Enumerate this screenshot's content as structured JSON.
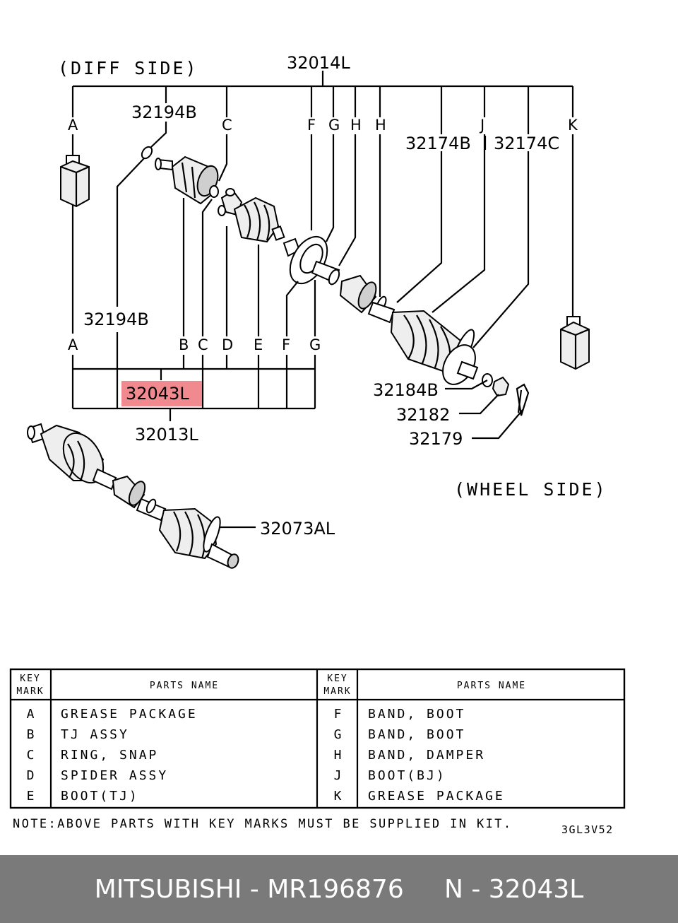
{
  "diagram": {
    "side_labels": {
      "diff": "(DIFF SIDE)",
      "wheel": "(WHEEL SIDE)"
    },
    "part_numbers": {
      "p32014L": "32014L",
      "p32194B_top": "32194B",
      "p32194B_mid": "32194B",
      "p32174B": "32174B",
      "p32174C": "32174C",
      "p32043L": "32043L",
      "p32013L": "32013L",
      "p32184B": "32184B",
      "p32182": "32182",
      "p32179": "32179",
      "p32073AL": "32073AL"
    },
    "key_letters_top": [
      "A",
      "C",
      "F",
      "G",
      "H",
      "H",
      "J",
      "K"
    ],
    "key_letters_bottom": [
      "A",
      "B",
      "C",
      "D",
      "E",
      "F",
      "G"
    ],
    "highlight_color": "#f08a8f"
  },
  "table": {
    "header_key": [
      "KEY",
      "MARK"
    ],
    "header_name": "PARTS NAME",
    "left_rows": [
      {
        "key": "A",
        "name": "GREASE PACKAGE"
      },
      {
        "key": "B",
        "name": "TJ ASSY"
      },
      {
        "key": "C",
        "name": "RING, SNAP"
      },
      {
        "key": "D",
        "name": "SPIDER ASSY"
      },
      {
        "key": "E",
        "name": "BOOT(TJ)"
      }
    ],
    "right_rows": [
      {
        "key": "F",
        "name": "BAND, BOOT"
      },
      {
        "key": "G",
        "name": "BAND, BOOT"
      },
      {
        "key": "H",
        "name": "BAND, DAMPER"
      },
      {
        "key": "J",
        "name": "BOOT(BJ)"
      },
      {
        "key": "K",
        "name": "GREASE PACKAGE"
      }
    ],
    "note": "NOTE:ABOVE PARTS WITH KEY MARKS MUST BE SUPPLIED IN KIT.",
    "drawing_code": "3GL3V52"
  },
  "footer": {
    "text": "MITSUBISHI - MR196876     N - 32043L"
  }
}
